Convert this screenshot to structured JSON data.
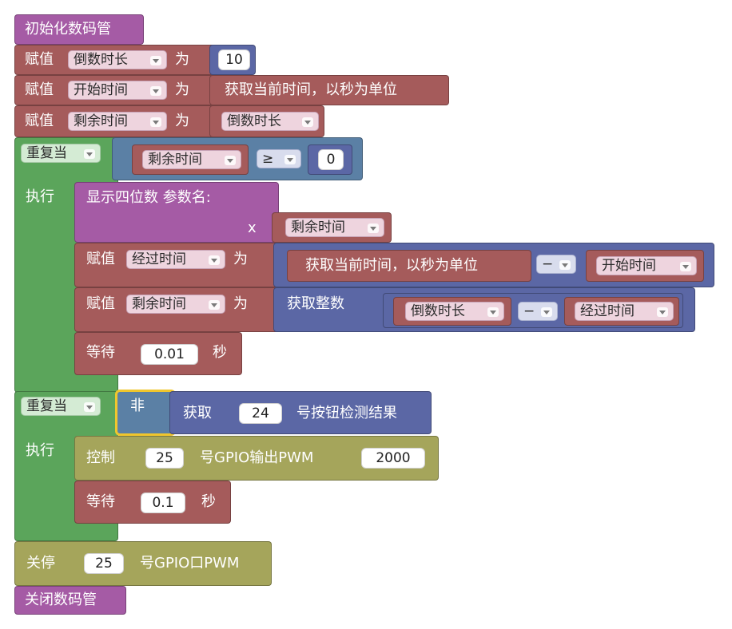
{
  "blocks": {
    "init_display": "初始化数码管",
    "assign": "赋值",
    "as": "为",
    "countdown_var": "倒数时长",
    "duration_value": "10",
    "start_var": "开始时间",
    "get_time": "获取当前时间，以秒为单位",
    "remaining_var": "剩余时间",
    "repeat_while": "重复当",
    "gte_op": "≥",
    "zero_value": "0",
    "do": "执行",
    "show_4digit": "显示四位数  参数名:",
    "param_x": "x",
    "elapsed_var": "经过时间",
    "minus_op": "−",
    "get_int": "获取整数",
    "wait": "等待",
    "wait_value_1": "0.01",
    "seconds": "秒",
    "not_op": "非",
    "get": "获取",
    "button_pin": "24",
    "button_result": "号按钮检测结果",
    "control": "控制",
    "pwm_pin": "25",
    "gpio_pwm_out": "号GPIO输出PWM",
    "pwm_value": "2000",
    "wait_value_2": "0.1",
    "stop": "关停",
    "stop_pin": "25",
    "gpio_port_pwm": "号GPIO口PWM",
    "close_display": "关闭数码管"
  },
  "colors": {
    "display_purple": "#a55ba5",
    "variable_red": "#a55b5b",
    "loop_green": "#5ba55b",
    "math_blue": "#5b67a5",
    "logic_steel": "#5b80a5",
    "gpio_olive": "#a5a55b",
    "selection_yellow": "#f0c62d"
  }
}
